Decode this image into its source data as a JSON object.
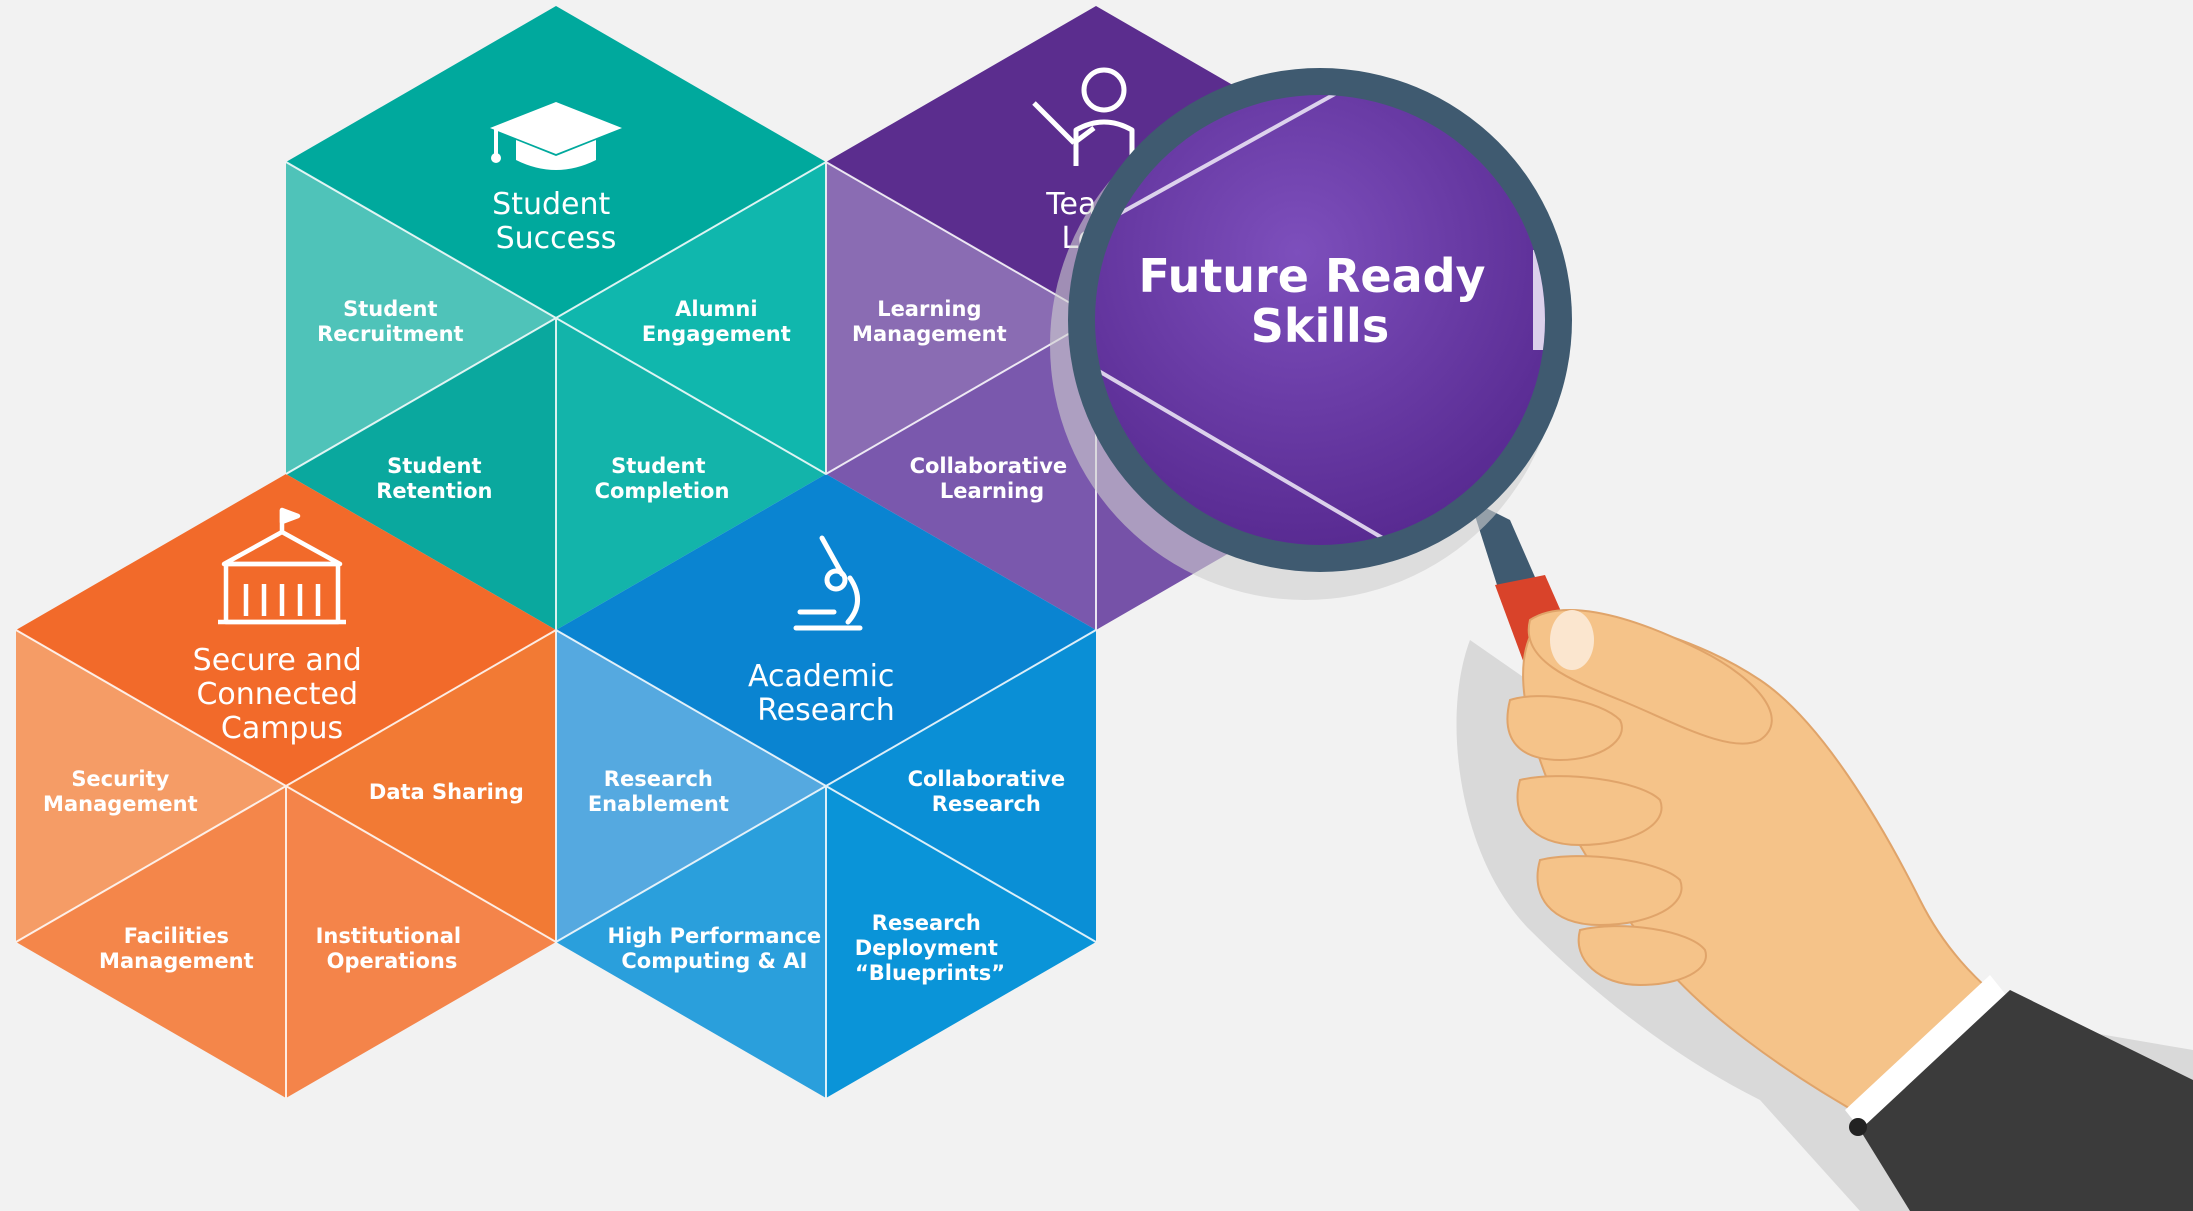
{
  "hexagons": [
    {
      "id": "student-success",
      "title_lines": [
        "Student",
        "Success"
      ],
      "icon": "graduation-cap-icon",
      "colors": {
        "hub": "#00a99d",
        "t1": "#4fc3b9",
        "t2": "#10b7ad",
        "t3": "#0aa89e",
        "t4": "#13b4aa"
      },
      "items": [
        {
          "lines": [
            "Student",
            "Recruitment"
          ]
        },
        {
          "lines": [
            "Alumni",
            "Engagement"
          ]
        },
        {
          "lines": [
            "Student",
            "Retention"
          ]
        },
        {
          "lines": [
            "Student",
            "Completion"
          ]
        }
      ]
    },
    {
      "id": "teaching-learning",
      "title_lines": [
        "Teachi",
        "Lea"
      ],
      "icon": "teacher-pointer-icon",
      "colors": {
        "hub": "#5b2d8e",
        "t1": "#8a6cb3",
        "t2": "#6a3f9e",
        "t3": "#7a58ad",
        "t4": "#7652a8"
      },
      "items": [
        {
          "lines": [
            "Learning",
            "Management"
          ]
        },
        {
          "lines": [
            "Collaborative",
            "Learning"
          ]
        }
      ]
    },
    {
      "id": "secure-connected-campus",
      "title_lines": [
        "Secure and",
        "Connected",
        "Campus"
      ],
      "icon": "campus-building-icon",
      "colors": {
        "hub": "#f26a2a",
        "t1": "#f59c66",
        "t2": "#f27a34",
        "t3": "#f4864a",
        "t4": "#f4844a"
      },
      "items": [
        {
          "lines": [
            "Security",
            "Management"
          ]
        },
        {
          "lines": [
            "Data Sharing"
          ]
        },
        {
          "lines": [
            "Facilities",
            "Management"
          ]
        },
        {
          "lines": [
            "Institutional",
            "Operations"
          ]
        }
      ]
    },
    {
      "id": "academic-research",
      "title_lines": [
        "Academic",
        "Research"
      ],
      "icon": "microscope-icon",
      "colors": {
        "hub": "#0a84d1",
        "t1": "#55a9e0",
        "t2": "#0a8fd6",
        "t3": "#2a9fdc",
        "t4": "#0a94d8"
      },
      "items": [
        {
          "lines": [
            "Research",
            "Enablement"
          ]
        },
        {
          "lines": [
            "Collaborative",
            "Research"
          ]
        },
        {
          "lines": [
            "High Performance",
            "Computing & AI"
          ]
        },
        {
          "lines": [
            "Research",
            "Deployment",
            "“Blueprints”"
          ]
        }
      ]
    }
  ],
  "magnifier": {
    "lines": [
      "Future Ready",
      "Skills"
    ],
    "lens_color": "#6a3aa8",
    "rim_color": "#3f5a70",
    "ferrule_color": "#d9432a"
  },
  "hand": {
    "skin": "#f5c389",
    "skin_shadow": "#e0a46a",
    "sleeve": "#3b3b3b"
  }
}
